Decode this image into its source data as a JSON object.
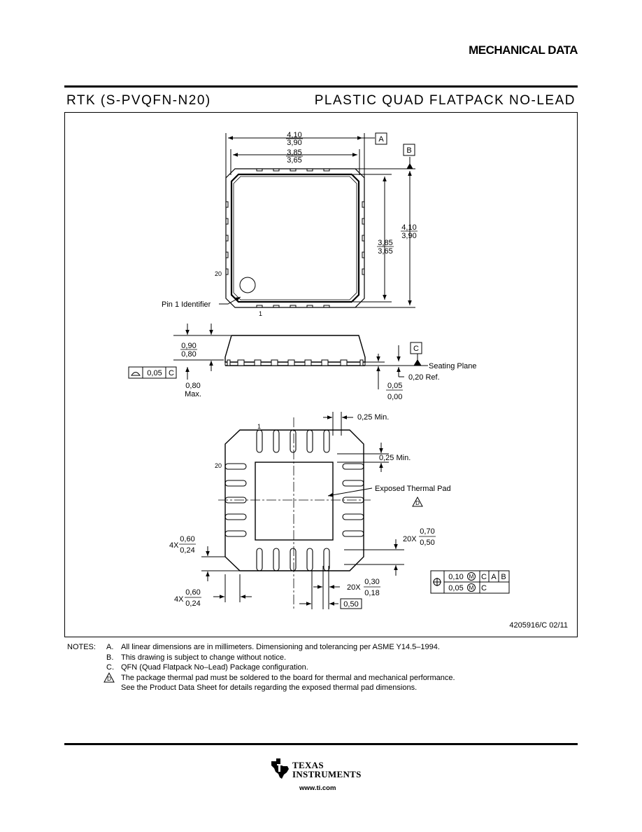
{
  "header": {
    "section_title": "MECHANICAL DATA",
    "package_code": "RTK (S-PVQFN-N20)",
    "package_desc": "PLASTIC QUAD FLATPACK NO-LEAD"
  },
  "top_view": {
    "width_outer": [
      "4,10",
      "3,90"
    ],
    "width_inner": [
      "3,85",
      "3,65"
    ],
    "height_inner": [
      "3,85",
      "3,65"
    ],
    "height_outer": [
      "4,10",
      "3,90"
    ],
    "datum_a": "A",
    "datum_b": "B",
    "pin20": "20",
    "pin1": "1",
    "pin1_label": "Pin 1 Identifier"
  },
  "side_view": {
    "height": [
      "0,90",
      "0,80"
    ],
    "max_height": [
      "0,80",
      "Max."
    ],
    "flatness_value": "0,05",
    "flatness_datum": "C",
    "datum_c": "C",
    "seating_plane": "Seating Plane",
    "ref_thickness": "0,20 Ref.",
    "standoff": [
      "0,05",
      "0,00"
    ]
  },
  "bottom_view": {
    "pin1": "1",
    "pin20": "20",
    "min_gap_top": "0,25 Min.",
    "min_gap_side": "0,25 Min.",
    "thermal_pad_label": "Exposed Thermal Pad",
    "note_ref": "D",
    "lead_length_prefix": "20X",
    "lead_length": [
      "0,70",
      "0,50"
    ],
    "corner_v_prefix": "4X",
    "corner_v": [
      "0,60",
      "0,24"
    ],
    "corner_h_prefix": "4X",
    "corner_h": [
      "0,60",
      "0,24"
    ],
    "lead_width_prefix": "20X",
    "lead_width": [
      "0,30",
      "0,18"
    ],
    "pitch": "0,50",
    "position_tol": {
      "row1": [
        "0,10",
        "M",
        "C",
        "A",
        "B"
      ],
      "row2": [
        "0,05",
        "M",
        "C"
      ]
    }
  },
  "drawing_number": "4205916/C 02/11",
  "notes": {
    "label": "NOTES:",
    "items": [
      {
        "key": "A.",
        "text": "All linear dimensions are in millimeters.  Dimensioning and tolerancing per ASME Y14.5–1994."
      },
      {
        "key": "B.",
        "text": "This drawing is subject to change without notice."
      },
      {
        "key": "C.",
        "text": "QFN (Quad Flatpack No–Lead) Package configuration."
      },
      {
        "key": "D",
        "text": "The package thermal pad must be soldered to the board for thermal and mechanical performance."
      },
      {
        "key": "",
        "text": "See the Product Data Sheet for details regarding the exposed thermal pad dimensions."
      }
    ]
  },
  "footer": {
    "logo_line1": "TEXAS",
    "logo_line2": "INSTRUMENTS",
    "website": "www.ti.com"
  }
}
